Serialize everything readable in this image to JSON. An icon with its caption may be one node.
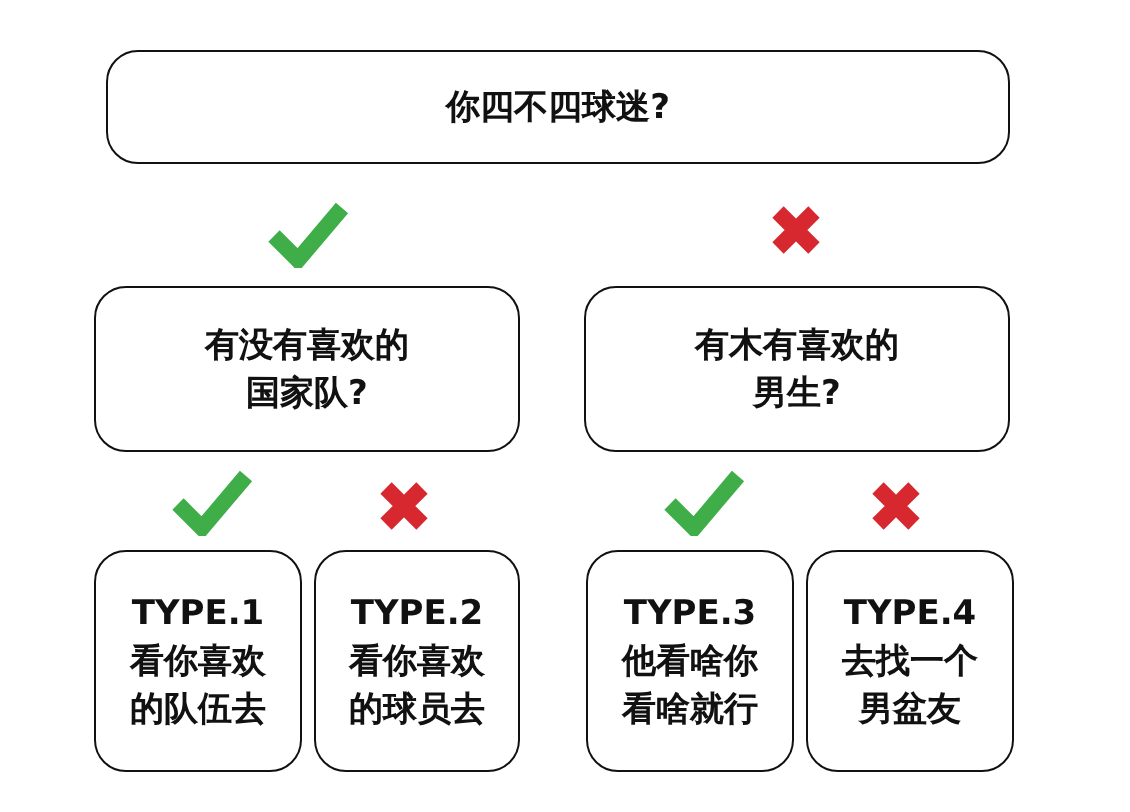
{
  "diagram": {
    "nodes": [
      {
        "text": [
          "你四不四球迷?"
        ]
      },
      {
        "text": [
          "有没有喜欢的国家队?"
        ]
      },
      {
        "text": [
          "有木有喜欢的男生?"
        ]
      },
      {
        "text": [
          "TYPE.1",
          "看你喜欢的队伍去"
        ]
      },
      {
        "text": [
          "TYPE.2",
          "看你喜欢的球员去"
        ]
      },
      {
        "text": [
          "TYPE.3",
          "他看啥你看啥就行"
        ]
      },
      {
        "text": [
          "TYPE.4",
          "去找一个男盆友"
        ]
      }
    ]
  }
}
